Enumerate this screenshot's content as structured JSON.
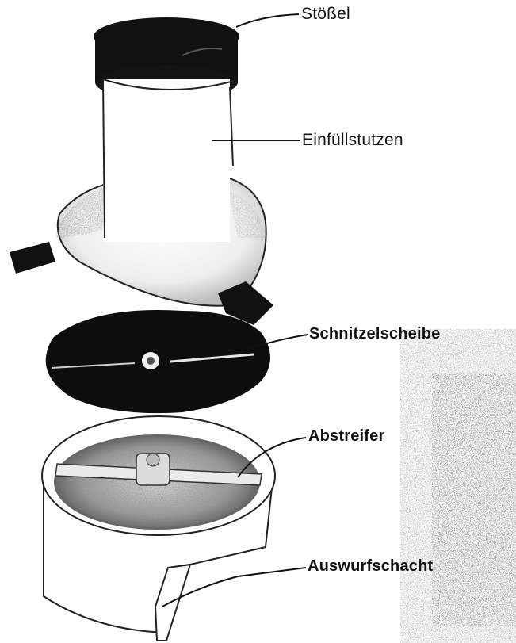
{
  "figure": {
    "parts": [
      {
        "id": "stoessel",
        "label": "Stößel"
      },
      {
        "id": "einfuellstutzen",
        "label": "Einfüllstutzen"
      },
      {
        "id": "schnitzelscheibe",
        "label": "Schnitzelscheibe"
      },
      {
        "id": "abstreifer",
        "label": "Abstreifer"
      },
      {
        "id": "auswurfschacht",
        "label": "Auswurfschacht"
      }
    ]
  }
}
